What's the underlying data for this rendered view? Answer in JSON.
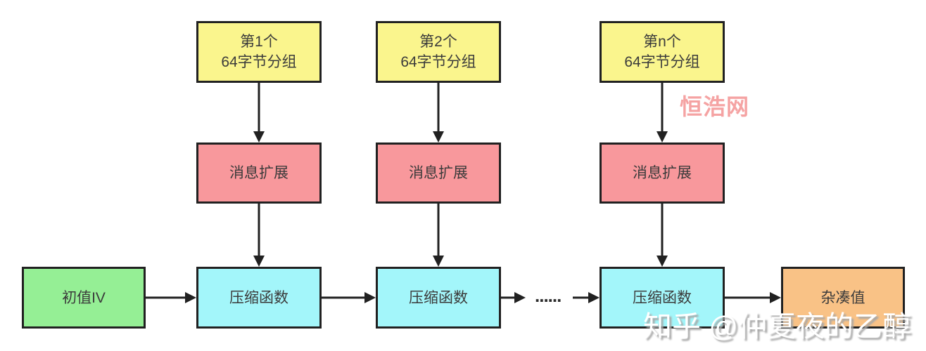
{
  "diagram": {
    "nodes": {
      "group1": {
        "line1": "第1个",
        "line2": "64字节分组"
      },
      "group2": {
        "line1": "第2个",
        "line2": "64字节分组"
      },
      "groupn": {
        "line1": "第n个",
        "line2": "64字节分组"
      },
      "expand1": {
        "label": "消息扩展"
      },
      "expand2": {
        "label": "消息扩展"
      },
      "expand3": {
        "label": "消息扩展"
      },
      "iv": {
        "label": "初值IV"
      },
      "compress1": {
        "label": "压缩函数"
      },
      "compress2": {
        "label": "压缩函数"
      },
      "compress3": {
        "label": "压缩函数"
      },
      "hash": {
        "label": "杂凑值"
      }
    },
    "ellipsis": "......",
    "watermarks": {
      "henghao": "恒浩网",
      "zhihu": "知乎 @仲夏夜的乙醇"
    },
    "colors": {
      "group_fill": "#faf58d",
      "expand_fill": "#f8989c",
      "iv_fill": "#95ef95",
      "compress_fill": "#a3f6fa",
      "hash_fill": "#f9c286",
      "border": "#212121",
      "text": "#3b3b3b",
      "watermark_pink": "#f5a3a3",
      "watermark_white": "#ffffff"
    }
  }
}
